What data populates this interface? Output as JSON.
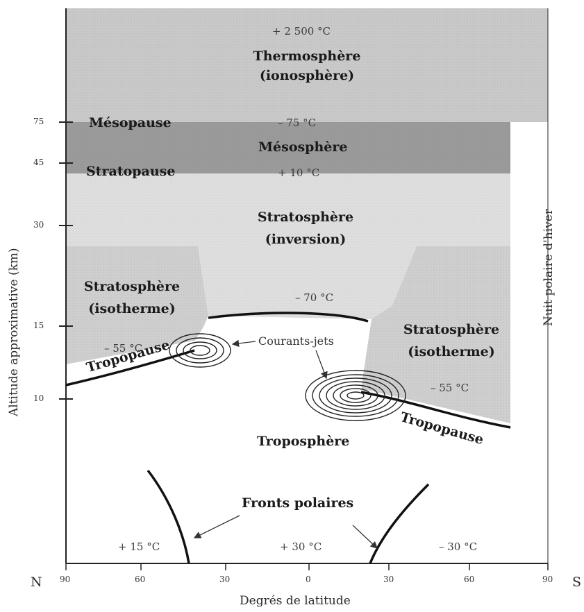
{
  "diagram": {
    "y_axis_label": "Altitude approximative (km)",
    "x_axis_label": "Degrés de latitude",
    "y_ticks": [
      "75",
      "45",
      "30",
      "15",
      "10"
    ],
    "x_ticks": [
      "90",
      "60",
      "30",
      "0",
      "30",
      "60",
      "90"
    ],
    "north_label": "N",
    "south_label": "S",
    "right_band_label": "Nuit polaire d'hiver",
    "layers": {
      "thermosphere": [
        "Thermosphère",
        "(ionosphère)"
      ],
      "mesopause": "Mésopause",
      "mesosphere": "Mésosphère",
      "stratopause": "Stratopause",
      "stratosphere_inversion": [
        "Stratosphère",
        "(inversion)"
      ],
      "stratosphere_isotherme_left": [
        "Stratosphère",
        "(isotherme)"
      ],
      "stratosphere_isotherme_right": [
        "Stratosphère",
        "(isotherme)"
      ],
      "troposphere": "Troposphère",
      "tropopause_left": "Tropopause",
      "tropopause_right": "Tropopause"
    },
    "temperatures": {
      "thermosphere": "+ 2 500 °C",
      "mesopause": "– 75 °C",
      "stratopause": "+ 10 °C",
      "tropopause_mid": "– 70 °C",
      "left_jet": "– 55 °C",
      "right_jet": "– 55 °C",
      "surface_left": "+ 15 °C",
      "surface_mid": "+ 30 °C",
      "surface_right": "– 30 °C"
    },
    "annotations": {
      "jets": "Courants-jets",
      "fronts": "Fronts polaires"
    },
    "colors": {
      "thermosphere": "#c9c9c9",
      "mesosphere": "#9a9a9a",
      "stratosphere": "#dedede",
      "stratosphere_isotherme": "#cfcfcf",
      "troposphere": "#ffffff",
      "lines": "#111111"
    }
  }
}
